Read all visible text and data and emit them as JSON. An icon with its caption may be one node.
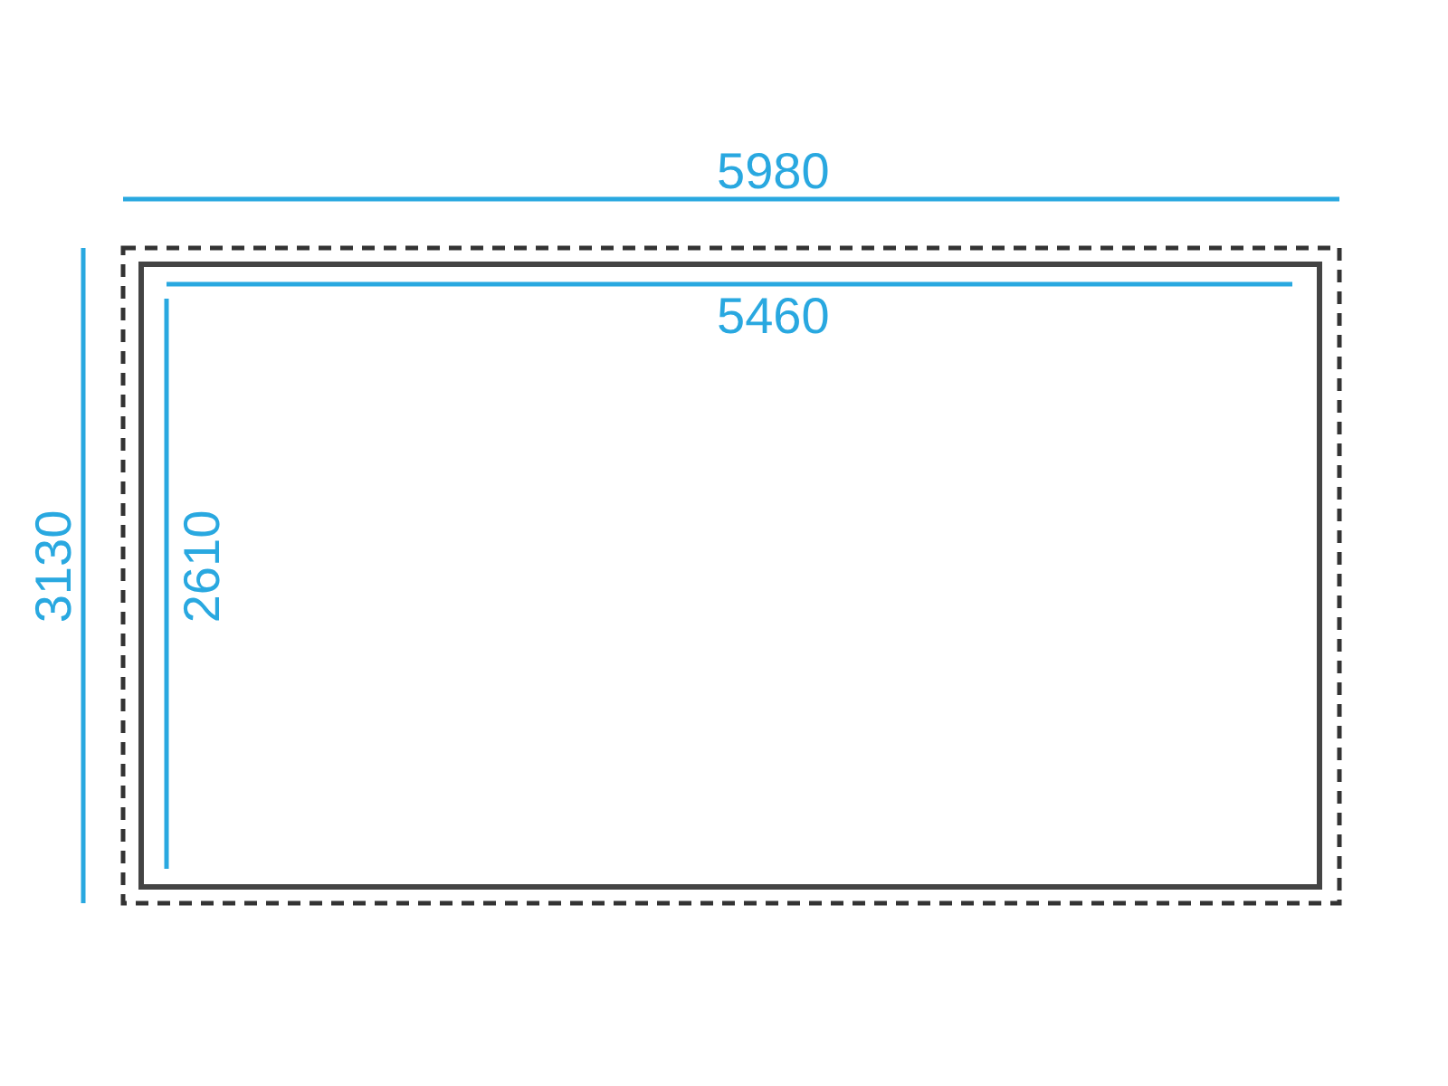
{
  "diagram": {
    "labels": [
      "5980",
      "5460",
      "3130",
      "2610"
    ]
  }
}
